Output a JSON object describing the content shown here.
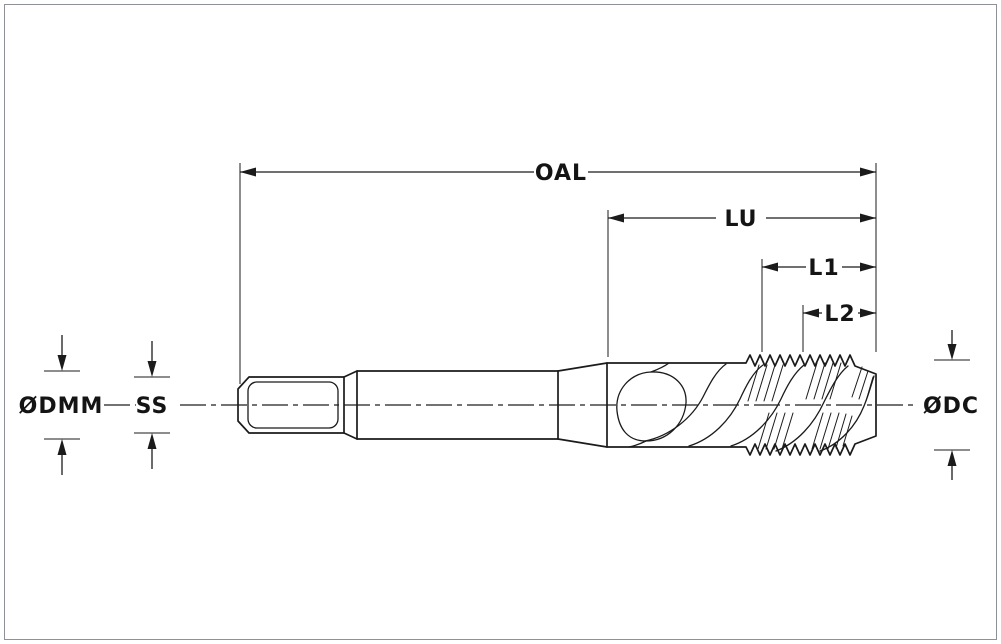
{
  "drawing": {
    "labels": {
      "oal": "OAL",
      "lu": "LU",
      "l1": "L1",
      "l2": "L2",
      "dmm": "ØDMM",
      "ss": "SS",
      "dc": "ØDC"
    },
    "colors": {
      "line": "#1b1b1b",
      "background": "#ffffff",
      "frame": "#8e9296"
    }
  }
}
